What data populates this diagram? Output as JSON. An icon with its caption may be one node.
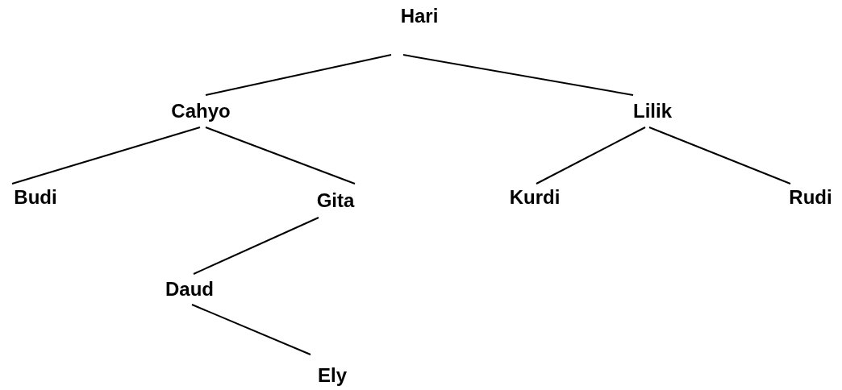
{
  "diagram": {
    "nodes": [
      {
        "text": [
          "Hari"
        ]
      },
      {
        "text": [
          "Cahyo"
        ]
      },
      {
        "text": [
          "Lilik"
        ]
      },
      {
        "text": [
          "Budi"
        ]
      },
      {
        "text": [
          "Gita"
        ]
      },
      {
        "text": [
          "Kurdi"
        ]
      },
      {
        "text": [
          "Rudi"
        ]
      },
      {
        "text": [
          "Daud"
        ]
      },
      {
        "text": [
          "Ely"
        ]
      }
    ],
    "edges": [
      {
        "from": 0,
        "to": 1,
        "arrow": "none"
      },
      {
        "from": 0,
        "to": 2,
        "arrow": "none"
      },
      {
        "from": 1,
        "to": 3,
        "arrow": "none"
      },
      {
        "from": 1,
        "to": 4,
        "arrow": "none"
      },
      {
        "from": 2,
        "to": 5,
        "arrow": "none"
      },
      {
        "from": 2,
        "to": 6,
        "arrow": "none"
      },
      {
        "from": 4,
        "to": 7,
        "arrow": "none"
      },
      {
        "from": 7,
        "to": 8,
        "arrow": "none"
      }
    ]
  }
}
